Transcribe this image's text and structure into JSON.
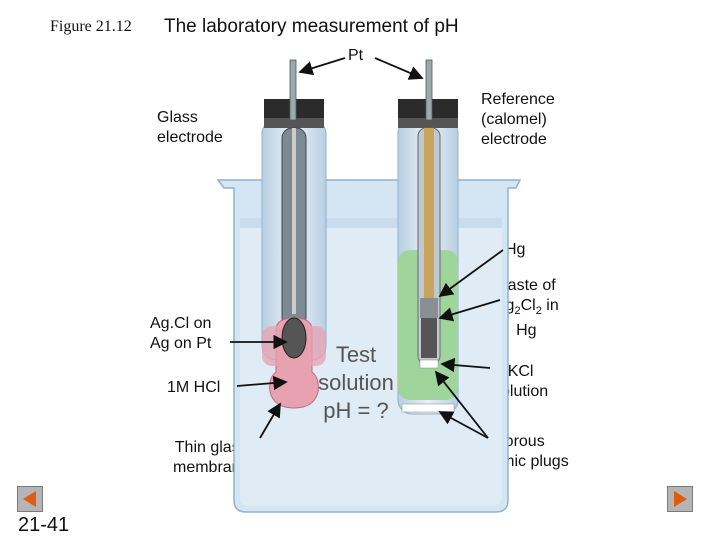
{
  "figure": {
    "number": "Figure 21.12",
    "title": "The laboratory measurement of pH"
  },
  "labels": {
    "pt": "Pt",
    "glass_electrode": [
      "Glass",
      "electrode"
    ],
    "reference_electrode": [
      "Reference",
      "(calomel)",
      "electrode"
    ],
    "hg": "Hg",
    "paste": [
      "Paste of",
      "Hg",
      "2",
      "Cl",
      "2",
      " in",
      "Hg"
    ],
    "agcl": [
      "Ag.Cl on",
      "Ag on Pt"
    ],
    "hcl": "1M HCl",
    "kcl": [
      "KCl",
      "solution"
    ],
    "thin_glass": [
      "Thin glass",
      "membrane"
    ],
    "porous": [
      "Porous",
      "ceramic plugs"
    ],
    "test_solution": [
      "Test",
      "solution",
      "pH = ?"
    ]
  },
  "footer": {
    "page": "21-41"
  },
  "icons": {
    "back": "left-triangle-icon",
    "forward": "right-triangle-icon"
  },
  "colors": {
    "beaker": "#cfe3f2",
    "solution": "#dbe9f3",
    "hcl_fill": "#e8a0ae",
    "kcl_fill": "#9fd49a",
    "cap": "#2b2b2b",
    "nav_arrow": "#e05a10"
  }
}
